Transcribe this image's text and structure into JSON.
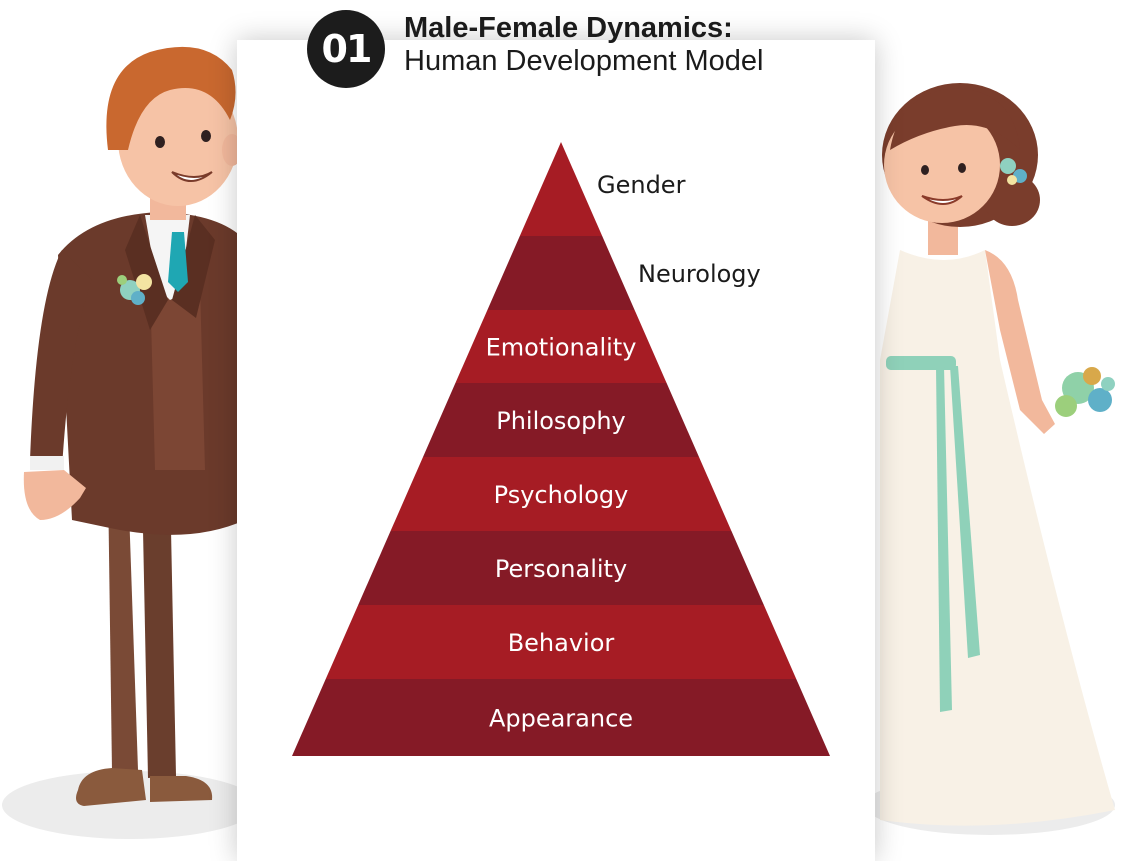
{
  "header": {
    "badge": "01",
    "title": "Male-Female Dynamics:",
    "subtitle": "Human Development Model"
  },
  "pyramid": {
    "layers": [
      "Gender",
      "Neurology",
      "Emotionality",
      "Philosophy",
      "Psychology",
      "Personality",
      "Behavior",
      "Appearance"
    ]
  },
  "colors": {
    "layer_light": "#a61c24",
    "layer_dark": "#851a26",
    "label_on_layer": "#ffffff",
    "label_outside": "#1b1b1b",
    "badge": "#1c1c1c",
    "suit": "#6b3a2b",
    "tie": "#1fa7b3",
    "dress": "#f8f1e6",
    "sash": "#8fd1b9"
  },
  "icons": {
    "left_figure": "groom-illustration",
    "right_figure": "bride-illustration",
    "groom_flower": "boutonniere-icon",
    "bride_hair_flower": "hair-flower-icon",
    "bride_bouquet": "bouquet-icon"
  }
}
